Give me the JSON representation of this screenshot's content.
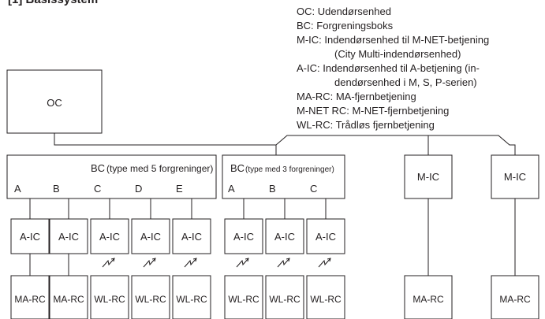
{
  "heading": "[1] Basissystem",
  "legend": [
    "OC: Udendørsenhed",
    "BC: Forgreningsboks",
    "M-IC:  Indendørsenhed til M-NET-betjening",
    "(City Multi-indendørsenhed)",
    "A-IC:  Indendørsenhed til A-betjening (in-",
    "dendørsenhed i M, S, P-serien)",
    "MA-RC: MA-fjernbetjening",
    "M-NET RC: M-NET-fjernbetjening",
    "WL-RC: Trådløs fjernbetjening"
  ],
  "oc_label": "OC",
  "bc5": {
    "name": "BC",
    "note": "(type med 5 forgreninger)",
    "ports": [
      "A",
      "B",
      "C",
      "D",
      "E"
    ],
    "units": [
      "A-IC",
      "A-IC",
      "A-IC",
      "A-IC",
      "A-IC"
    ],
    "remotes": [
      "MA-RC",
      "MA-RC",
      "WL-RC",
      "WL-RC",
      "WL-RC"
    ]
  },
  "bc3": {
    "name": "BC",
    "note": "(type med 3 forgreninger)",
    "ports": [
      "A",
      "B",
      "C"
    ],
    "units": [
      "A-IC",
      "A-IC",
      "A-IC"
    ],
    "remotes": [
      "WL-RC",
      "WL-RC",
      "WL-RC"
    ]
  },
  "mic_units": [
    "M-IC",
    "M-IC"
  ],
  "mic_remotes": [
    "MA-RC",
    "MA-RC"
  ]
}
